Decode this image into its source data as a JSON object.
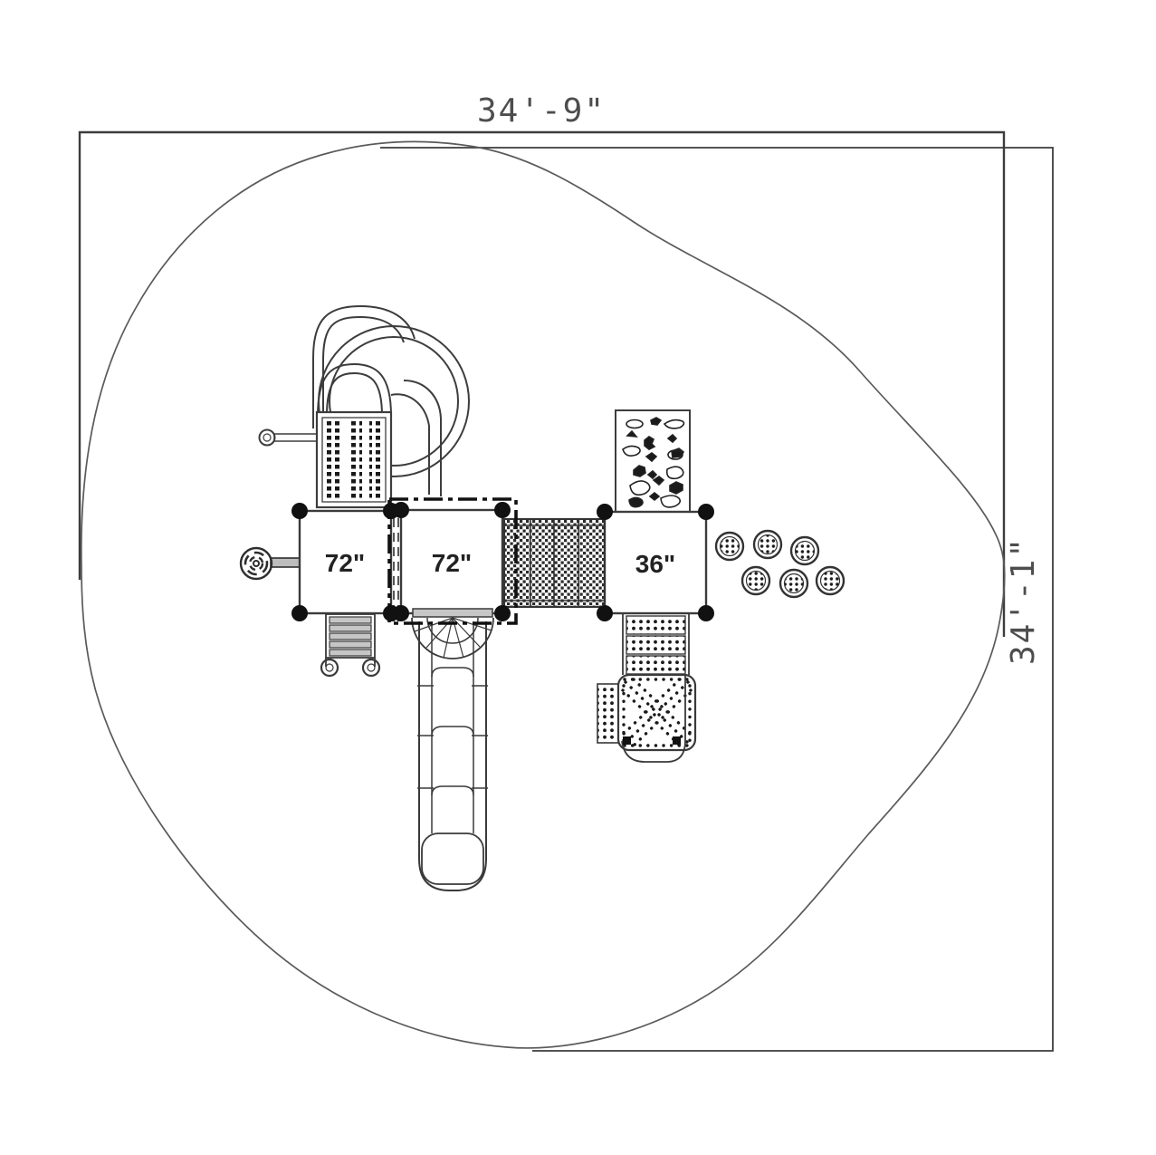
{
  "drawing": {
    "title": "playground-plan-view",
    "dim_top": "34'-9\"",
    "dim_right": "34'-1\"",
    "platforms": [
      {
        "label": "72\""
      },
      {
        "label": "72\""
      },
      {
        "label": "36\""
      }
    ]
  },
  "colors": {
    "line": "#4a4a4a",
    "dark": "#111111",
    "tread_gray": "#c6c6c6",
    "background": "#ffffff"
  }
}
